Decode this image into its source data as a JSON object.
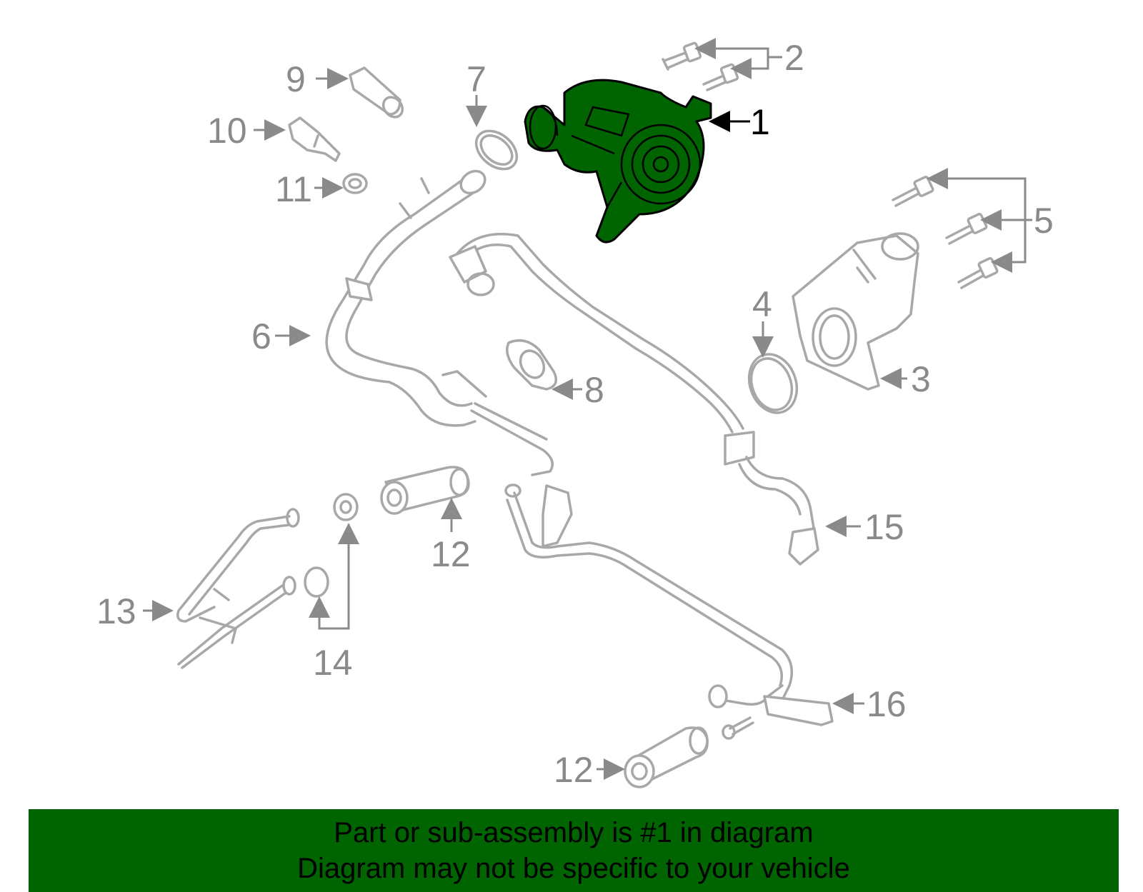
{
  "colors": {
    "highlight": "#006400",
    "part_stroke": "#a8a8a8",
    "label": "#8a8a8a",
    "highlight_label": "#000000"
  },
  "callouts": {
    "c1": "1",
    "c2": "2",
    "c3": "3",
    "c4": "4",
    "c5": "5",
    "c6": "6",
    "c7": "7",
    "c8": "8",
    "c9": "9",
    "c10": "10",
    "c11": "11",
    "c12a": "12",
    "c12b": "12",
    "c13": "13",
    "c14": "14",
    "c15": "15",
    "c16": "16"
  },
  "banner": {
    "line1": "Part or sub-assembly is #1 in diagram",
    "line2": "Diagram may not be specific to your vehicle"
  }
}
